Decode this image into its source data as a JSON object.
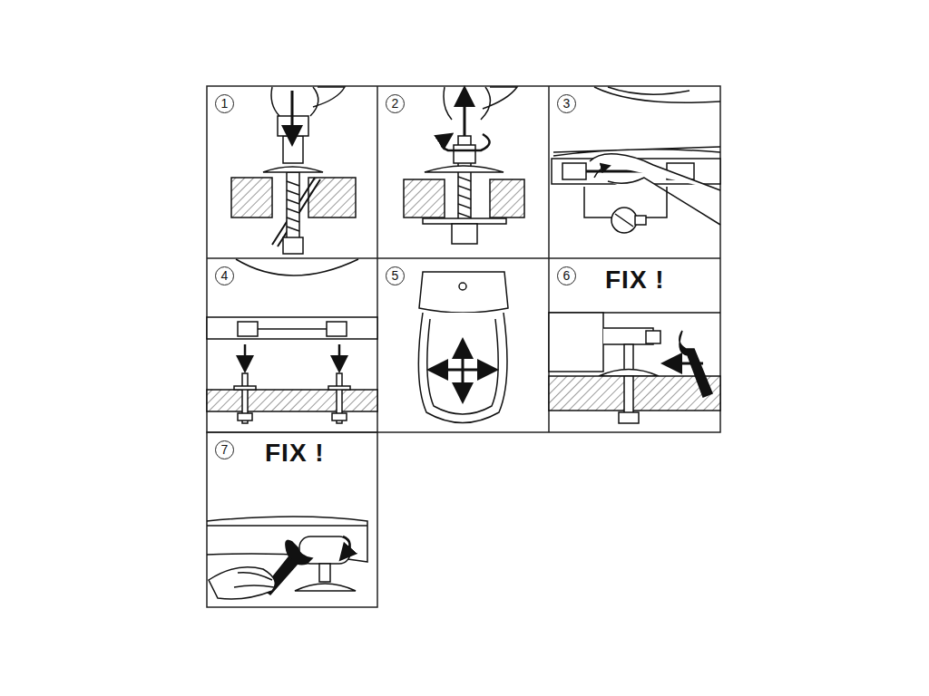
{
  "diagram": {
    "labels": [
      "1",
      "2",
      "3",
      "4",
      "5",
      "6",
      "FIX !",
      "7",
      "FIX !"
    ]
  }
}
